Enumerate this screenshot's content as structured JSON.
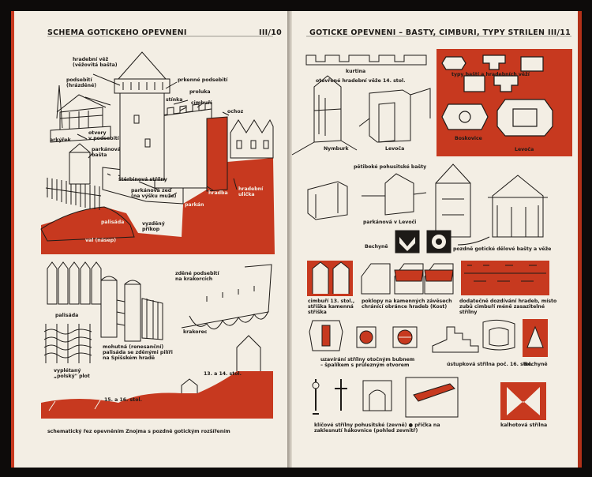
{
  "left_page": {
    "header_title": "SCHEMA GOTICKEHO OPEVNENI",
    "page_number": "III/10",
    "labels": {
      "hradebni_vez": "hradební věž\n(věžovitá bašta)",
      "podsebiti_hrazdene": "podsebití\n(hrázděné)",
      "prkenne_podsebiti": "prkenné podsebití",
      "proluka": "proluka",
      "stinka": "stínka",
      "cimburi": "cimbuří",
      "ochoz": "ochoz",
      "arkyrek": "arkýřek",
      "otvory": "otvory\nv podsebití",
      "parkanova_basta": "parkánová\nbašta",
      "sterbinova_strilny": "štěrbinová střílny",
      "parkanova_zed": "parkánová zeď\n(na výšku muže)",
      "hradebni_ulicka": "hradební\nulička",
      "hradba": "hradba",
      "parkan": "parkán",
      "palisada_top": "palisáda",
      "vyzdeny_prikop": "vyzděný\npříkop",
      "val": "val (násep)",
      "palisada": "palisáda",
      "zdene_podsebiti": "zděné podsebití\nna krakorcích",
      "krakorec": "krakorec",
      "mohutna_palisada": "mohutná (renesanční)\npalisáda se zděnými pilíři\nna Spišském hradě",
      "vypletany_plot": "vyplétaný\n„polský\" plot",
      "stol_13_14": "13. a 14. stol.",
      "stol_15_16": "15. a 16. stol.",
      "caption": "schematický řez opevněním Znojma s pozdně gotickým rozšířením"
    }
  },
  "right_page": {
    "header_title": "GOTICKE OPEVNENI – BASTY, CIMBURI, TYPY STRILEN",
    "page_number": "III/11",
    "labels": {
      "kurtina": "kurtina",
      "otevrene_veze": "otevřené hradební věže 14. stol.",
      "typy_basti": "typy baští a hradebních věží",
      "nymburk": "Nymburk",
      "levoca": "Levoča",
      "boskovice": "Boskovice",
      "levoca2": "Levoča",
      "petiboke": "pětiboké pohusitské bašty",
      "parkanova_levoca": "parkánová v Levoči",
      "bechyne": "Bechyně",
      "pozdne_goticke": "pozdně gotické dělové bašty a věže",
      "cimburi_13": "cimbuří 13. stol.,\nstříška kamenná\nstříška",
      "poklopy": "poklopy na kamenných závěsech\nchránící obránce hradeb (Kost)",
      "dodatecne": "dodatečně dozdívání hradeb, místo\nzubů cimbuří méně zasazitelné\nstřílny",
      "uzaviratelni": "uzavírání střílny otočným bubnem\n– špalíkem s průlezným otvorem",
      "ustupkova": "ústupková střílna poč. 16. stol.",
      "bechyne2": "Bechyně",
      "klicove": "klíčové střílny pohusitské (zevně) ● příčka na\nzaklesnutí hákovnice (pohled zevnitř)",
      "kalhotova": "kalhotová střílna"
    }
  },
  "colors": {
    "accent_red": "#c7391f",
    "paper": "#f3eee4",
    "ink": "#1d1a17"
  }
}
